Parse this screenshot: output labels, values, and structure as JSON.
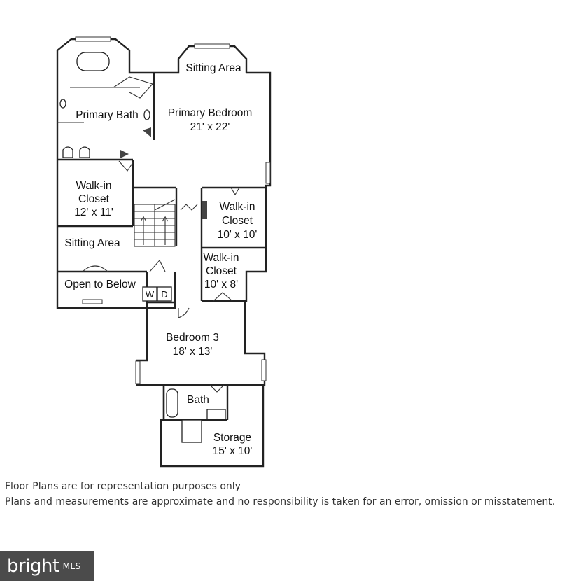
{
  "rooms": {
    "sitting_area_top": "Sitting Area",
    "primary_bath": "Primary Bath",
    "primary_bedroom": "Primary Bedroom",
    "primary_bedroom_size": "21' x 22'",
    "walkin_left_1": "Walk-in",
    "walkin_left_2": "Closet",
    "walkin_left_size": "12' x 11'",
    "walkin_right_1": "Walk-in",
    "walkin_right_2": "Closet",
    "walkin_right_size": "10' x 10'",
    "sitting_area_left": "Sitting Area",
    "walkin_small_1": "Walk-in",
    "walkin_small_2": "Closet",
    "walkin_small_size": "10' x 8'",
    "open_to_below": "Open to Below",
    "washer": "W",
    "dryer": "D",
    "bedroom3": "Bedroom 3",
    "bedroom3_size": "18' x 13'",
    "bath": "Bath",
    "storage": "Storage",
    "storage_size": "15' x 10'"
  },
  "disclaimer": {
    "line1": "Floor Plans are for representation purposes only",
    "line2": "Plans and measurements are approximate and no responsibility is taken for an error, omission or misstatement."
  },
  "logo": {
    "word": "bright",
    "mark": "MLS"
  }
}
